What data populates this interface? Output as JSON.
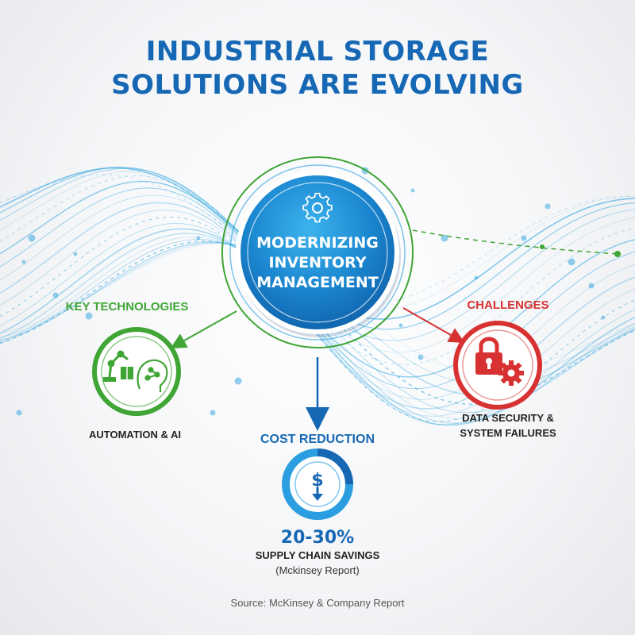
{
  "title": {
    "line1": "INDUSTRIAL STORAGE",
    "line2": "SOLUTIONS ARE EVOLVING"
  },
  "hub": {
    "line1": "MODERNIZING",
    "line2": "INVENTORY",
    "line3": "MANAGEMENT",
    "icon": "gear-icon"
  },
  "branches": {
    "key_technologies": {
      "label": "KEY TECHNOLOGIES",
      "caption": "AUTOMATION & AI",
      "icons": [
        "robot-arm-icon",
        "box-icon",
        "ai-brain-icon"
      ]
    },
    "challenges": {
      "label": "CHALLENGES",
      "caption_line1": "DATA SECURITY &",
      "caption_line2": "SYSTEM FAILURES",
      "icons": [
        "padlock-icon",
        "gear-icon"
      ]
    },
    "cost_reduction": {
      "label": "COST REDUCTION",
      "value": "20-30%",
      "caption": "SUPPLY CHAIN SAVINGS",
      "note": "(Mckinsey Report)",
      "icons": [
        "dollar-down-icon"
      ]
    }
  },
  "source": "Source: McKinsey & Company Report",
  "colors": {
    "blue": "#1668b4",
    "light_blue": "#2a9ee0",
    "green": "#3fa535",
    "red": "#d83131",
    "wave": "#3aa9e0"
  }
}
